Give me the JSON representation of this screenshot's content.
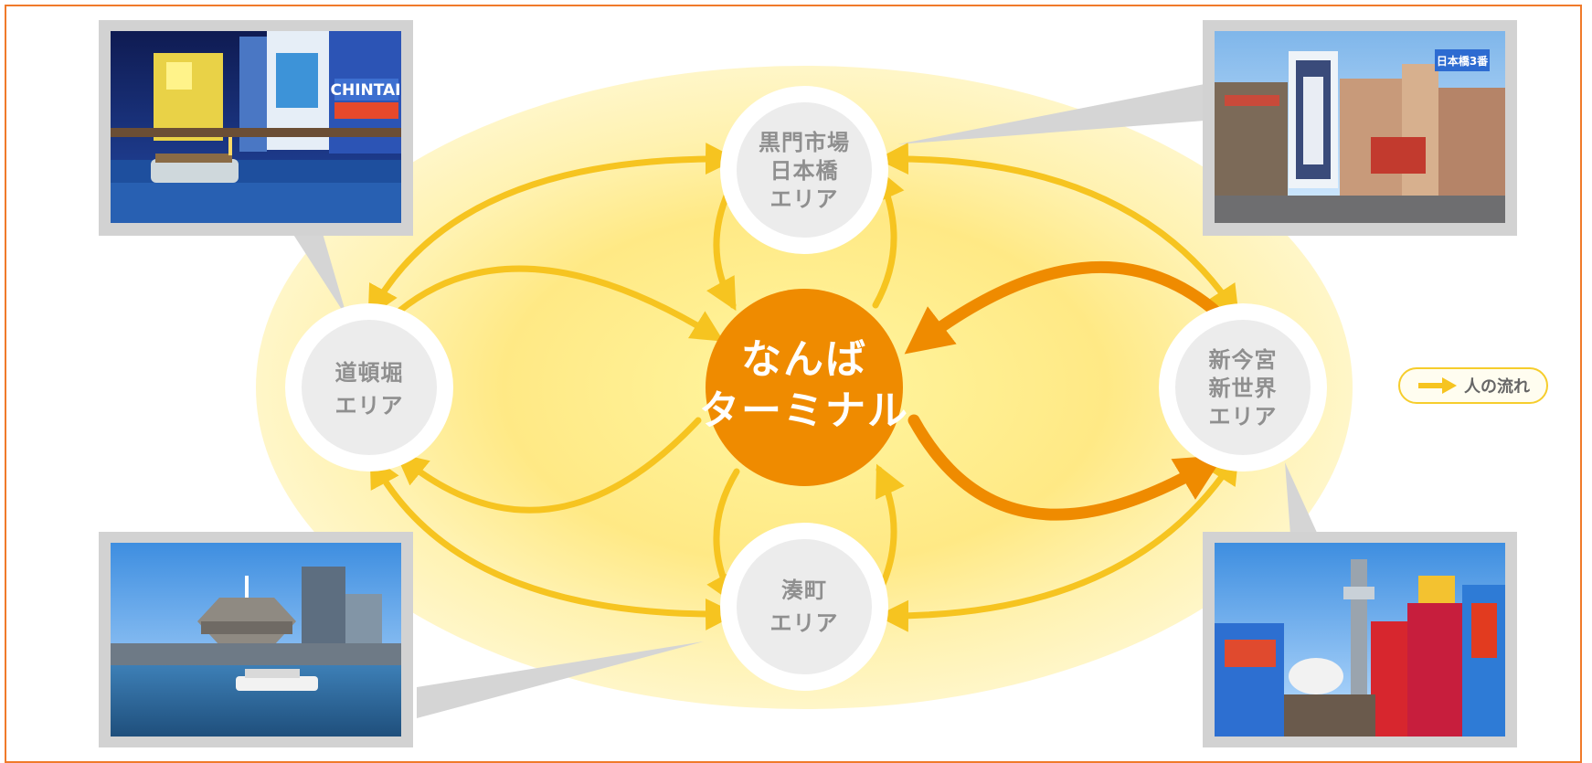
{
  "diagram": {
    "center": {
      "line1": "なんば",
      "line2": "ターミナル"
    },
    "nodes": {
      "kuromon": {
        "line1": "黒門市場",
        "line2": "日本橋",
        "line3": "エリア"
      },
      "dotonbori": {
        "line1": "道頓堀",
        "line2": "エリア"
      },
      "shinimamiya": {
        "line1": "新今宮",
        "line2": "新世界",
        "line3": "エリア"
      },
      "minatomachi": {
        "line1": "湊町",
        "line2": "エリア"
      }
    },
    "photo_signs": {
      "chintai": "CHINTAI",
      "nihonbashi": "日本橋3番"
    }
  },
  "legend": {
    "label": "人の流れ"
  },
  "colors": {
    "frame": "#f07a2a",
    "center": "#ef8b00",
    "arrow": "#f6c420",
    "arrow_strong": "#ef8b00",
    "node_fill": "#ececec",
    "ellipse": "#fff3b0"
  }
}
